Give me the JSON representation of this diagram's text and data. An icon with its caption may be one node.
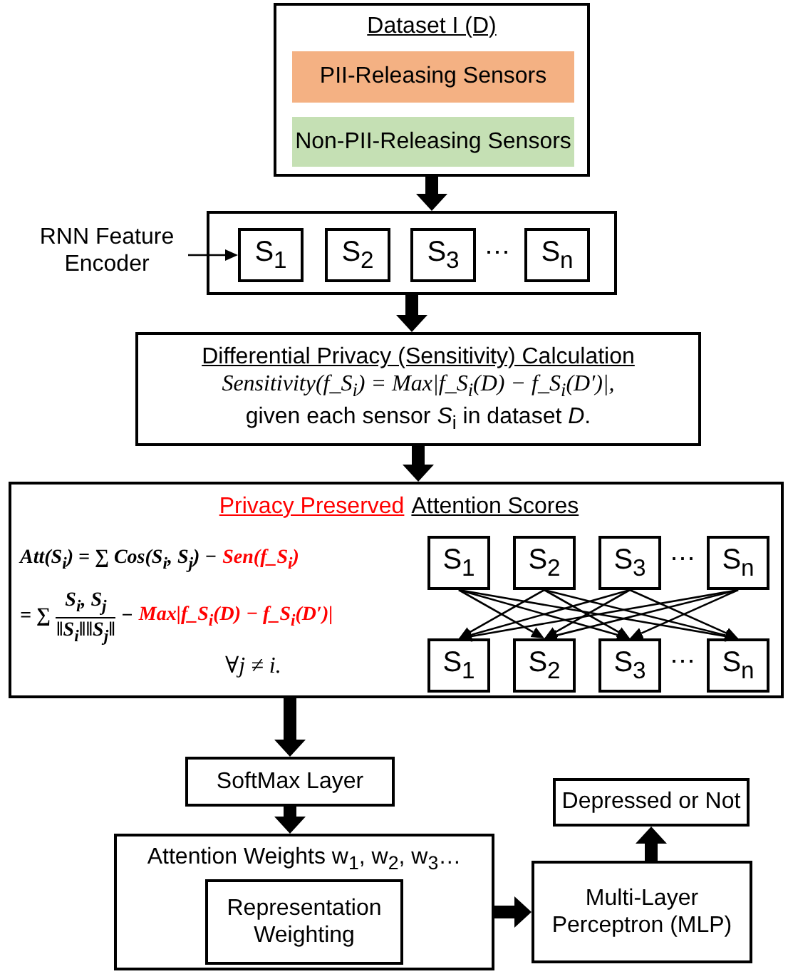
{
  "diagram": {
    "nodes": [
      {
        "text": [
          "Dataset I (D)"
        ]
      },
      {
        "text": [
          "PII-Releasing Sensors"
        ],
        "in": 0
      },
      {
        "text": [
          "Non-PII-Releasing Sensors"
        ],
        "in": 0
      },
      {
        "text": [],
        "shape": "box"
      },
      {
        "text": [
          "S$_{1}$"
        ],
        "in": 3
      },
      {
        "text": [
          "S$_{2}$"
        ],
        "in": 3
      },
      {
        "text": [
          "S$_{3}$"
        ],
        "in": 3
      },
      {
        "text": [
          "S$_{n}$"
        ],
        "in": 3
      },
      {
        "text": [
          "RNN Feature Encoder"
        ]
      },
      {
        "text": [
          "Differential Privacy (Sensitivity) Calculation",
          "Sensitivity(f_S$_{i}$) = Max|f_S$_{i}$(D) − f_S$_{i}$(D′)|,",
          "given each sensor *S*$_{i}$ in dataset *D*."
        ]
      },
      {
        "text": [
          "Privacy Preserved",
          "Attention Scores",
          "Att(S$_{i}$) = ∑ Cos(S$_{i}$, S$_{j}$) −",
          "Sen(f_S$_{i}$)",
          "= ∑",
          "S$_{i}$, S$_{j}$",
          "‖S$_{i}$‖‖S$_{j}$‖",
          "−",
          "Max|f_S$_{i}$(D) − f_S$_{i}$(D′)|",
          "∀j ≠ i."
        ]
      },
      {
        "text": [
          "S$_{1}$"
        ],
        "in": 10
      },
      {
        "text": [
          "S$_{2}$"
        ],
        "in": 10
      },
      {
        "text": [
          "S$_{3}$"
        ],
        "in": 10
      },
      {
        "text": [
          "S$_{n}$"
        ],
        "in": 10
      },
      {
        "text": [
          "S$_{1}$"
        ],
        "in": 10
      },
      {
        "text": [
          "S$_{2}$"
        ],
        "in": 10
      },
      {
        "text": [
          "S$_{3}$"
        ],
        "in": 10
      },
      {
        "text": [
          "S$_{n}$"
        ],
        "in": 10
      },
      {
        "text": [
          "SoftMax Layer"
        ]
      },
      {
        "text": [
          "Attention Weights w$_{1}$, w$_{2}$, w$_{3}$…"
        ]
      },
      {
        "text": [
          "Representation Weighting"
        ],
        "in": 20
      },
      {
        "text": [
          "Multi-Layer Perceptron (MLP)"
        ]
      },
      {
        "text": [
          "Depressed or Not"
        ]
      }
    ],
    "edges": [
      {
        "from": 0,
        "to": 3,
        "arrow": "to",
        "style": "thick"
      },
      {
        "from": 8,
        "to": 4,
        "arrow": "to"
      },
      {
        "from": 3,
        "to": 9,
        "arrow": "to",
        "style": "thick"
      },
      {
        "from": 9,
        "to": 10,
        "arrow": "to",
        "style": "thick"
      },
      {
        "from": 11,
        "to": 16,
        "arrow": "to"
      },
      {
        "from": 11,
        "to": 17,
        "arrow": "to"
      },
      {
        "from": 11,
        "to": 18,
        "arrow": "to"
      },
      {
        "from": 12,
        "to": 15,
        "arrow": "to"
      },
      {
        "from": 12,
        "to": 17,
        "arrow": "to"
      },
      {
        "from": 12,
        "to": 18,
        "arrow": "to"
      },
      {
        "from": 13,
        "to": 15,
        "arrow": "to"
      },
      {
        "from": 13,
        "to": 16,
        "arrow": "to"
      },
      {
        "from": 13,
        "to": 18,
        "arrow": "to"
      },
      {
        "from": 14,
        "to": 15,
        "arrow": "to"
      },
      {
        "from": 14,
        "to": 16,
        "arrow": "to"
      },
      {
        "from": 14,
        "to": 17,
        "arrow": "to"
      },
      {
        "from": 10,
        "to": 19,
        "arrow": "to",
        "style": "thick"
      },
      {
        "from": 19,
        "to": 20,
        "arrow": "to",
        "style": "thick"
      },
      {
        "from": 20,
        "to": 22,
        "arrow": "to",
        "style": "thick"
      },
      {
        "from": 22,
        "to": 23,
        "arrow": "to",
        "style": "thick"
      }
    ],
    "labels": [
      "⋯",
      "⋯",
      "⋯"
    ]
  }
}
